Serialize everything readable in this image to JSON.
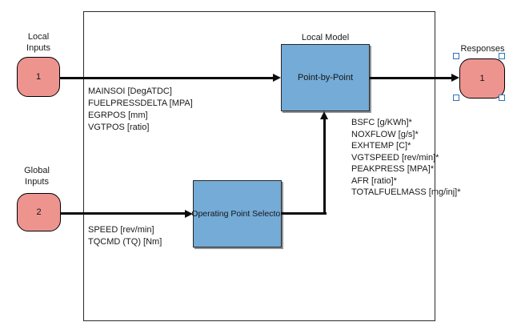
{
  "colors": {
    "background": "#ffffff",
    "port_fill": "#ee948f",
    "block_fill": "#74abd7",
    "line": "#0c0c0c",
    "handle": "#2e74b5",
    "ink": "#1a1a1a"
  },
  "ports": [
    {
      "label_line1": "Local",
      "label_line2": "Inputs",
      "number": "1"
    },
    {
      "label_line1": "Global",
      "label_line2": "Inputs",
      "number": "2"
    },
    {
      "label": "Responses",
      "number": "1"
    }
  ],
  "blocks": [
    {
      "title": "Local Model",
      "label": "Point-by-Point"
    },
    {
      "label": "Operating Point Selector"
    }
  ],
  "signals": {
    "local_inputs": [
      "MAINSOI [DegATDC]",
      "FUELPRESSDELTA [MPA]",
      "EGRPOS [mm]",
      "VGTPOS [ratio]"
    ],
    "global_inputs": [
      "SPEED [rev/min]",
      "TQCMD (TQ) [Nm]"
    ],
    "responses": [
      "BSFC [g/KWh]*",
      "NOXFLOW [g/s]*",
      "EXHTEMP [C]*",
      "VGTSPEED [rev/min]*",
      "PEAKPRESS [MPA]*",
      "AFR [ratio]*",
      "TOTALFUELMASS [mg/inj]*"
    ]
  }
}
